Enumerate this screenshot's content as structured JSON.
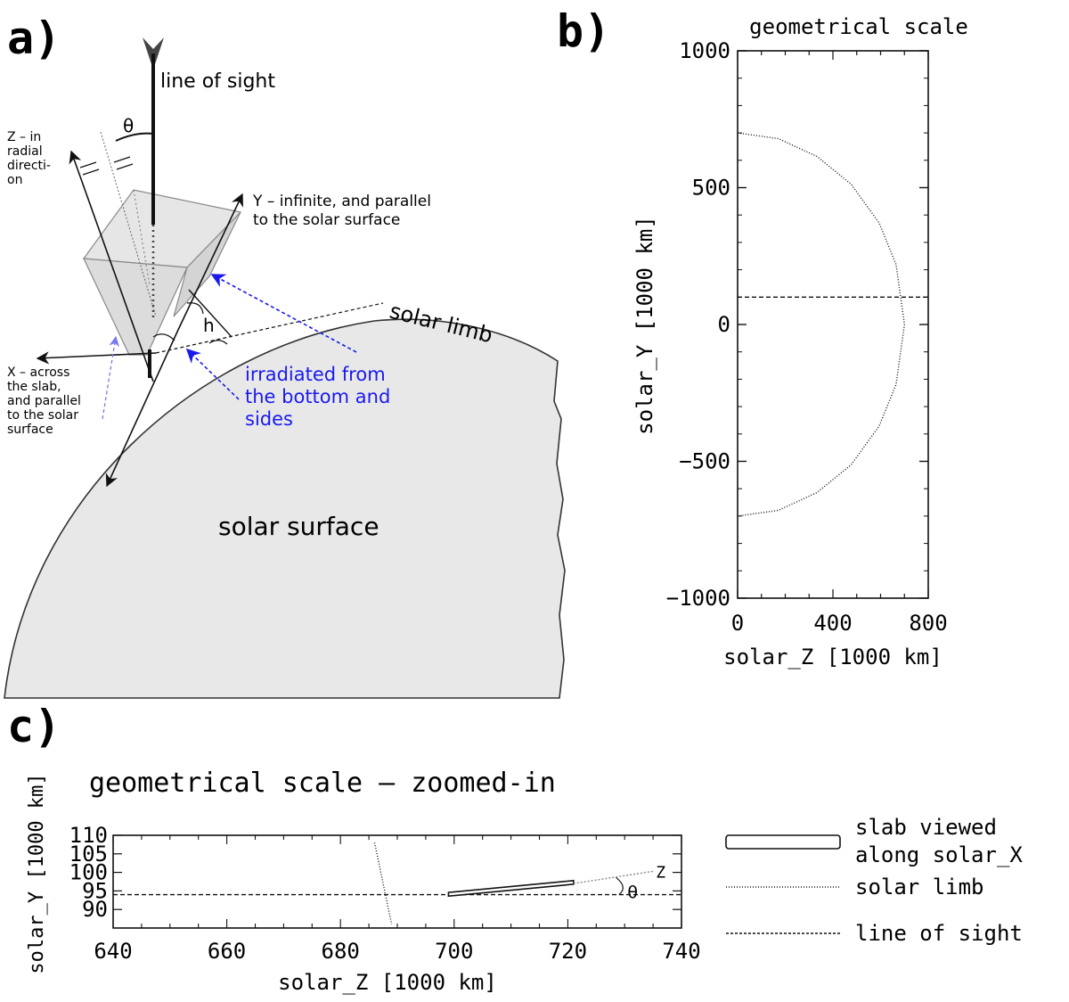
{
  "panel_a": {
    "label": "a)",
    "line_of_sight": "line of sight",
    "theta": "θ",
    "z_axis": [
      "Z – in",
      "radial",
      "directi-",
      "on"
    ],
    "y_axis": [
      "Y – infinite, and parallel",
      "to the solar surface"
    ],
    "x_axis": [
      "X – across",
      "the slab,",
      "and parallel",
      "to the solar",
      "surface"
    ],
    "h": "h",
    "solar_limb": "solar limb",
    "irradiated": [
      "irradiated from",
      "the bottom and",
      "sides"
    ],
    "solar_surface": "solar surface",
    "colors": {
      "surface": "#e8e8e8",
      "slab": "#e2e2e2",
      "blue": "#1a1aee",
      "blue_light": "#7a7aee"
    }
  },
  "panel_b": {
    "label": "b)",
    "title": "geometrical scale",
    "xlabel": "solar_Z [1000 km]",
    "ylabel": "solar_Y [1000 km]",
    "xticks": [
      "0",
      "400",
      "800"
    ],
    "yticks": [
      "1000",
      "500",
      "0",
      "−500",
      "−1000"
    ]
  },
  "panel_c": {
    "label": "c)",
    "title": "geometrical scale – zoomed-in",
    "xlabel": "solar_Z [1000 km]",
    "ylabel": "solar_Y [1000 km]",
    "xticks": [
      "640",
      "660",
      "680",
      "700",
      "720",
      "740"
    ],
    "yticks": [
      "110",
      "105",
      "100",
      "95",
      "90"
    ],
    "z_mark": "Z",
    "theta": "θ",
    "legend": {
      "slab": [
        "slab viewed",
        "along solar_X"
      ],
      "limb": "solar limb",
      "los": "line of sight"
    }
  },
  "chart_data": [
    {
      "type": "line",
      "title": "geometrical scale",
      "xlabel": "solar_Z [1000 km]",
      "ylabel": "solar_Y [1000 km]",
      "xlim": [
        0,
        800
      ],
      "ylim": [
        -1000,
        1000
      ],
      "grid": false,
      "series": [
        {
          "style": "dotted",
          "points": [
            [
              0,
              700
            ],
            [
              171,
              679
            ],
            [
              333,
              614
            ],
            [
              476,
              513
            ],
            [
              594,
              371
            ],
            [
              665,
              219
            ],
            [
              700,
              0
            ],
            [
              665,
              -219
            ],
            [
              594,
              -371
            ],
            [
              476,
              -513
            ],
            [
              333,
              -614
            ],
            [
              171,
              -679
            ],
            [
              0,
              -700
            ]
          ]
        },
        {
          "style": "dashed",
          "points": [
            [
              0,
              100
            ],
            [
              800,
              100
            ]
          ]
        }
      ]
    },
    {
      "type": "line",
      "title": "geometrical scale – zoomed-in",
      "xlabel": "solar_Z [1000 km]",
      "ylabel": "solar_Y [1000 km]",
      "xlim": [
        640,
        740
      ],
      "ylim": [
        85,
        110
      ],
      "grid": false,
      "series": [
        {
          "style": "dotted",
          "points": [
            [
              686,
              108
            ],
            [
              689,
              86
            ]
          ]
        },
        {
          "style": "dashed",
          "points": [
            [
              640,
              94
            ],
            [
              740,
              94
            ]
          ]
        },
        {
          "style": "slab",
          "points": [
            [
              699,
              93.6
            ],
            [
              721,
              96.8
            ],
            [
              721,
              97.8
            ],
            [
              699,
              94.6
            ]
          ]
        },
        {
          "style": "dotted-gray",
          "points": [
            [
              721,
              97
            ],
            [
              735,
              100.3
            ]
          ]
        }
      ]
    }
  ]
}
